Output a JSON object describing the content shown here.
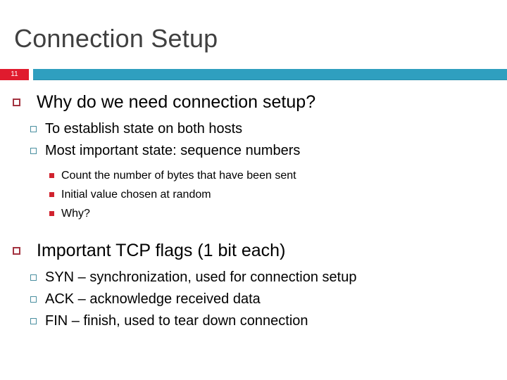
{
  "slide": {
    "title": "Connection Setup",
    "number": "11",
    "colors": {
      "title_text": "#404040",
      "badge_background": "#e01b2e",
      "badge_text": "#ffffff",
      "divider_bar": "#2f9fbf",
      "bullet_level1": "#a33340",
      "bullet_level2": "#4a8fa0",
      "bullet_level3": "#d1232f",
      "body_text": "#000000",
      "background": "#ffffff"
    },
    "bullets": [
      {
        "level": 1,
        "bullet_style": "hollow-square-maroon",
        "text": "Why do we need connection setup?"
      },
      {
        "level": 2,
        "bullet_style": "hollow-square-teal",
        "text": "To establish state on both hosts"
      },
      {
        "level": 2,
        "bullet_style": "hollow-square-teal",
        "text": "Most important state: sequence numbers"
      },
      {
        "level": 3,
        "bullet_style": "solid-square-red",
        "text": "Count the number of bytes that have been sent"
      },
      {
        "level": 3,
        "bullet_style": "solid-square-red",
        "text": "Initial value chosen at random"
      },
      {
        "level": 3,
        "bullet_style": "solid-square-red",
        "text": "Why?"
      },
      {
        "level": 1,
        "bullet_style": "hollow-square-maroon",
        "text": "Important TCP flags (1 bit each)"
      },
      {
        "level": 2,
        "bullet_style": "hollow-square-teal",
        "text": "SYN – synchronization, used for connection setup"
      },
      {
        "level": 2,
        "bullet_style": "hollow-square-teal",
        "text": "ACK – acknowledge received data"
      },
      {
        "level": 2,
        "bullet_style": "hollow-square-teal",
        "text": "FIN – finish, used to tear down connection"
      }
    ]
  }
}
